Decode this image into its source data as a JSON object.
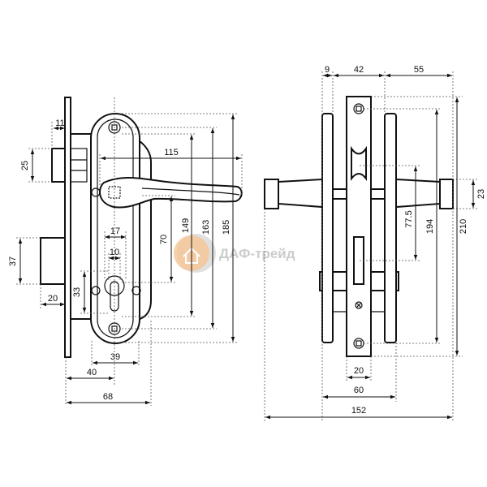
{
  "watermark": {
    "text": "ДАФ-трейд"
  },
  "front_view": {
    "dims": {
      "backset_latch": "11",
      "latch_height": "25",
      "bolt_height": "37",
      "bolt_throw": "20",
      "cyl_center_to_hole": "33",
      "cyl_width_outer": "17",
      "cyl_width_inner": "10",
      "handle_to_cylinder": "70",
      "screw_spacing_inner": "149",
      "screw_spacing": "163",
      "plate_height": "185",
      "lever_length": "115",
      "plate_width": "39",
      "backset": "40",
      "total_depth": "68"
    }
  },
  "side_view": {
    "dims": {
      "plate_thickness": "9",
      "door_thickness": "42",
      "lever_projection": "55",
      "faceplate_height": "210",
      "faceplate_screws": "194",
      "bolt_spacing": "77.5",
      "knob_diameter": "23",
      "faceplate_width": "20",
      "door_with_plates": "60",
      "total_width": "152"
    }
  }
}
